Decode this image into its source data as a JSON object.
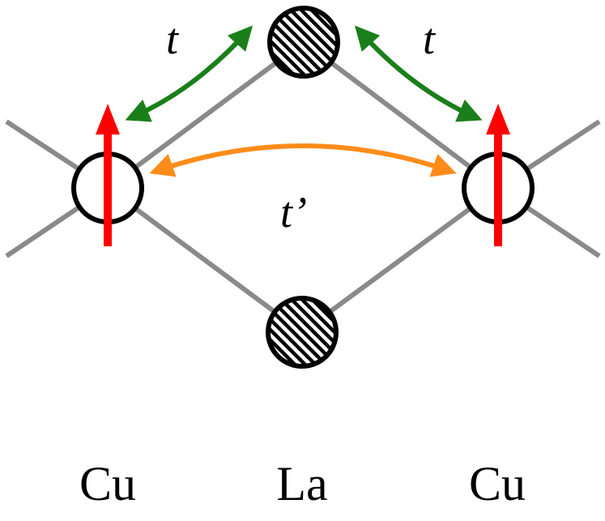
{
  "labels": {
    "hop_left": "t",
    "hop_right": "t",
    "hop_next": "t’",
    "atom_left": "Cu",
    "atom_middle": "La",
    "atom_right": "Cu"
  },
  "colors": {
    "bond": "#8a8a8a",
    "spin_arrow": "#ff0000",
    "hopping_t": "#1a7f1a",
    "hopping_t_prime": "#ff8c1a",
    "outline": "#000000"
  }
}
